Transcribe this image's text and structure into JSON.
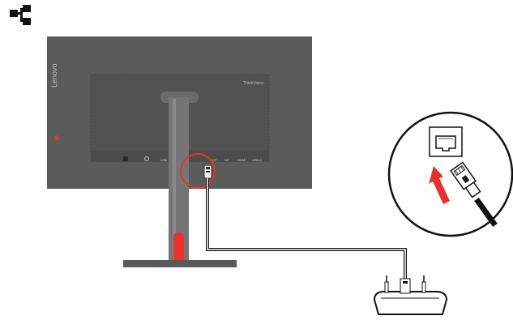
{
  "diagram": {
    "header_icon": "network-icon",
    "monitor": {
      "brand_vertical": "Lenovo",
      "brand_back": "ThinkVision",
      "port_labels": [
        "USB",
        "USB",
        "DP",
        "DP",
        "HDMI",
        "USB-C"
      ]
    },
    "callout": {
      "port_icon": "ethernet-port-icon",
      "connector_icon": "rj45-plug-icon",
      "arrow_icon": "insert-arrow-icon"
    },
    "router": {
      "icon": "router-icon"
    },
    "colors": {
      "monitor_body": "#5b5b5b",
      "monitor_panel": "#4f4f4f",
      "stand": "#707070",
      "accent_red": "#e8322e",
      "cable": "#111111"
    }
  }
}
